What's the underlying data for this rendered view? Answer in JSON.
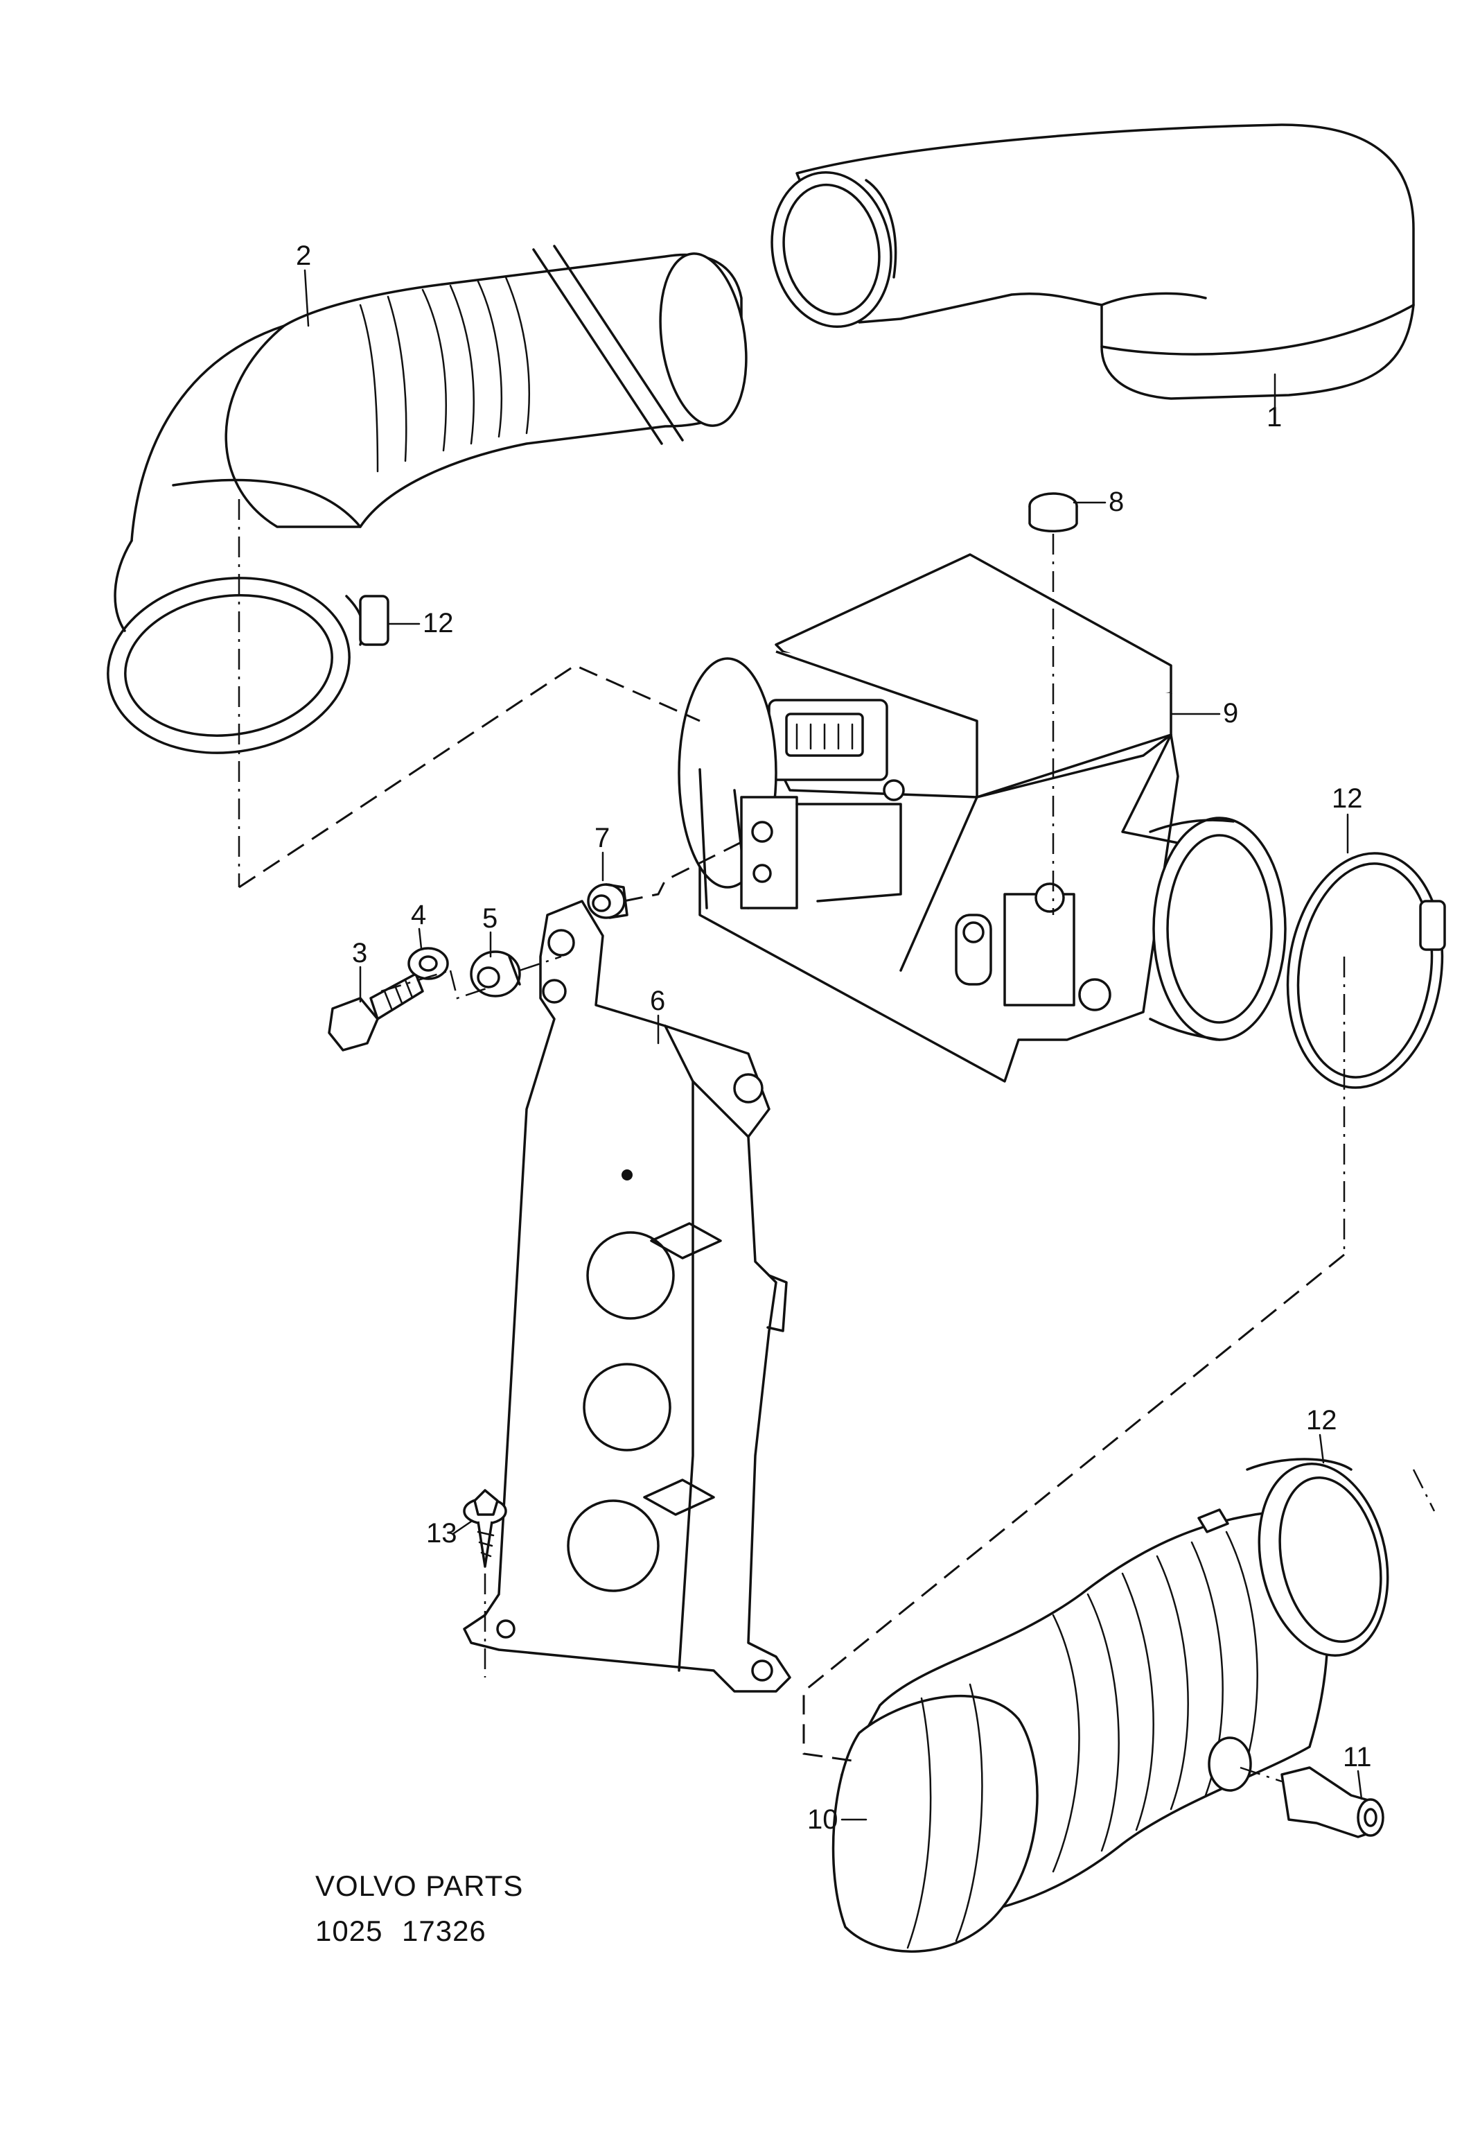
{
  "callouts": {
    "c1": "1",
    "c2": "2",
    "c3": "3",
    "c4": "4",
    "c5": "5",
    "c6": "6",
    "c7": "7",
    "c8": "8",
    "c9": "9",
    "c10": "10",
    "c11": "11",
    "c12a": "12",
    "c12b": "12",
    "c12c": "12",
    "c13": "13"
  },
  "caption": {
    "brand": "VOLVO PARTS",
    "code_left": "1025",
    "code_right": "17326"
  }
}
